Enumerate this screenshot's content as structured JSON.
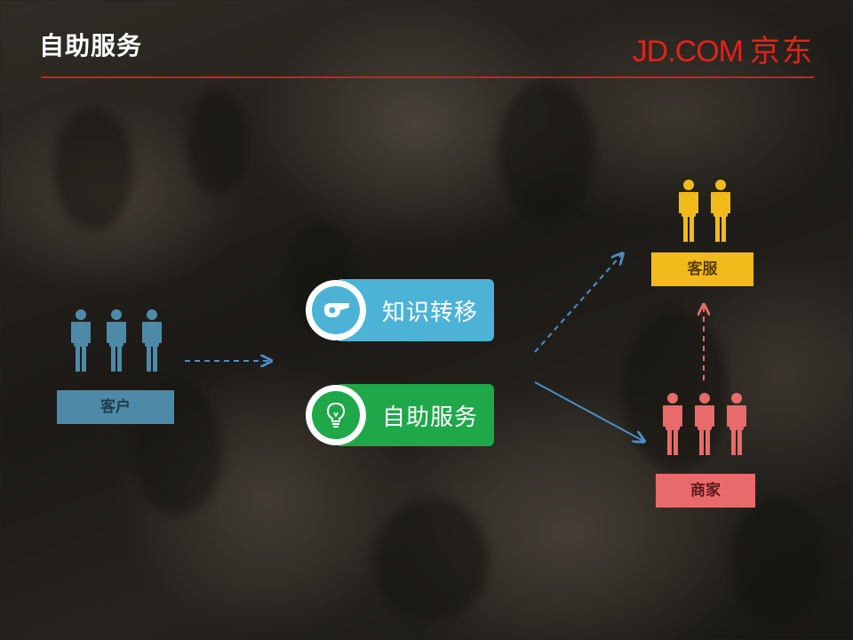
{
  "header": {
    "title": "自助服务",
    "logo_text": "JD.COM",
    "logo_cn": "京东",
    "accent_color": "#e2231a"
  },
  "groups": {
    "customer": {
      "label": "客户",
      "color": "#4e8aa8",
      "people": 3
    },
    "service": {
      "label": "客服",
      "color": "#f2bb1c",
      "people": 2
    },
    "merchant": {
      "label": "商家",
      "color": "#e86a6a",
      "people": 3
    }
  },
  "options": [
    {
      "label": "知识转移",
      "color": "#4cb3d6",
      "icon": "whistle-icon"
    },
    {
      "label": "自助服务",
      "color": "#1fa84a",
      "icon": "lightbulb-icon"
    }
  ]
}
